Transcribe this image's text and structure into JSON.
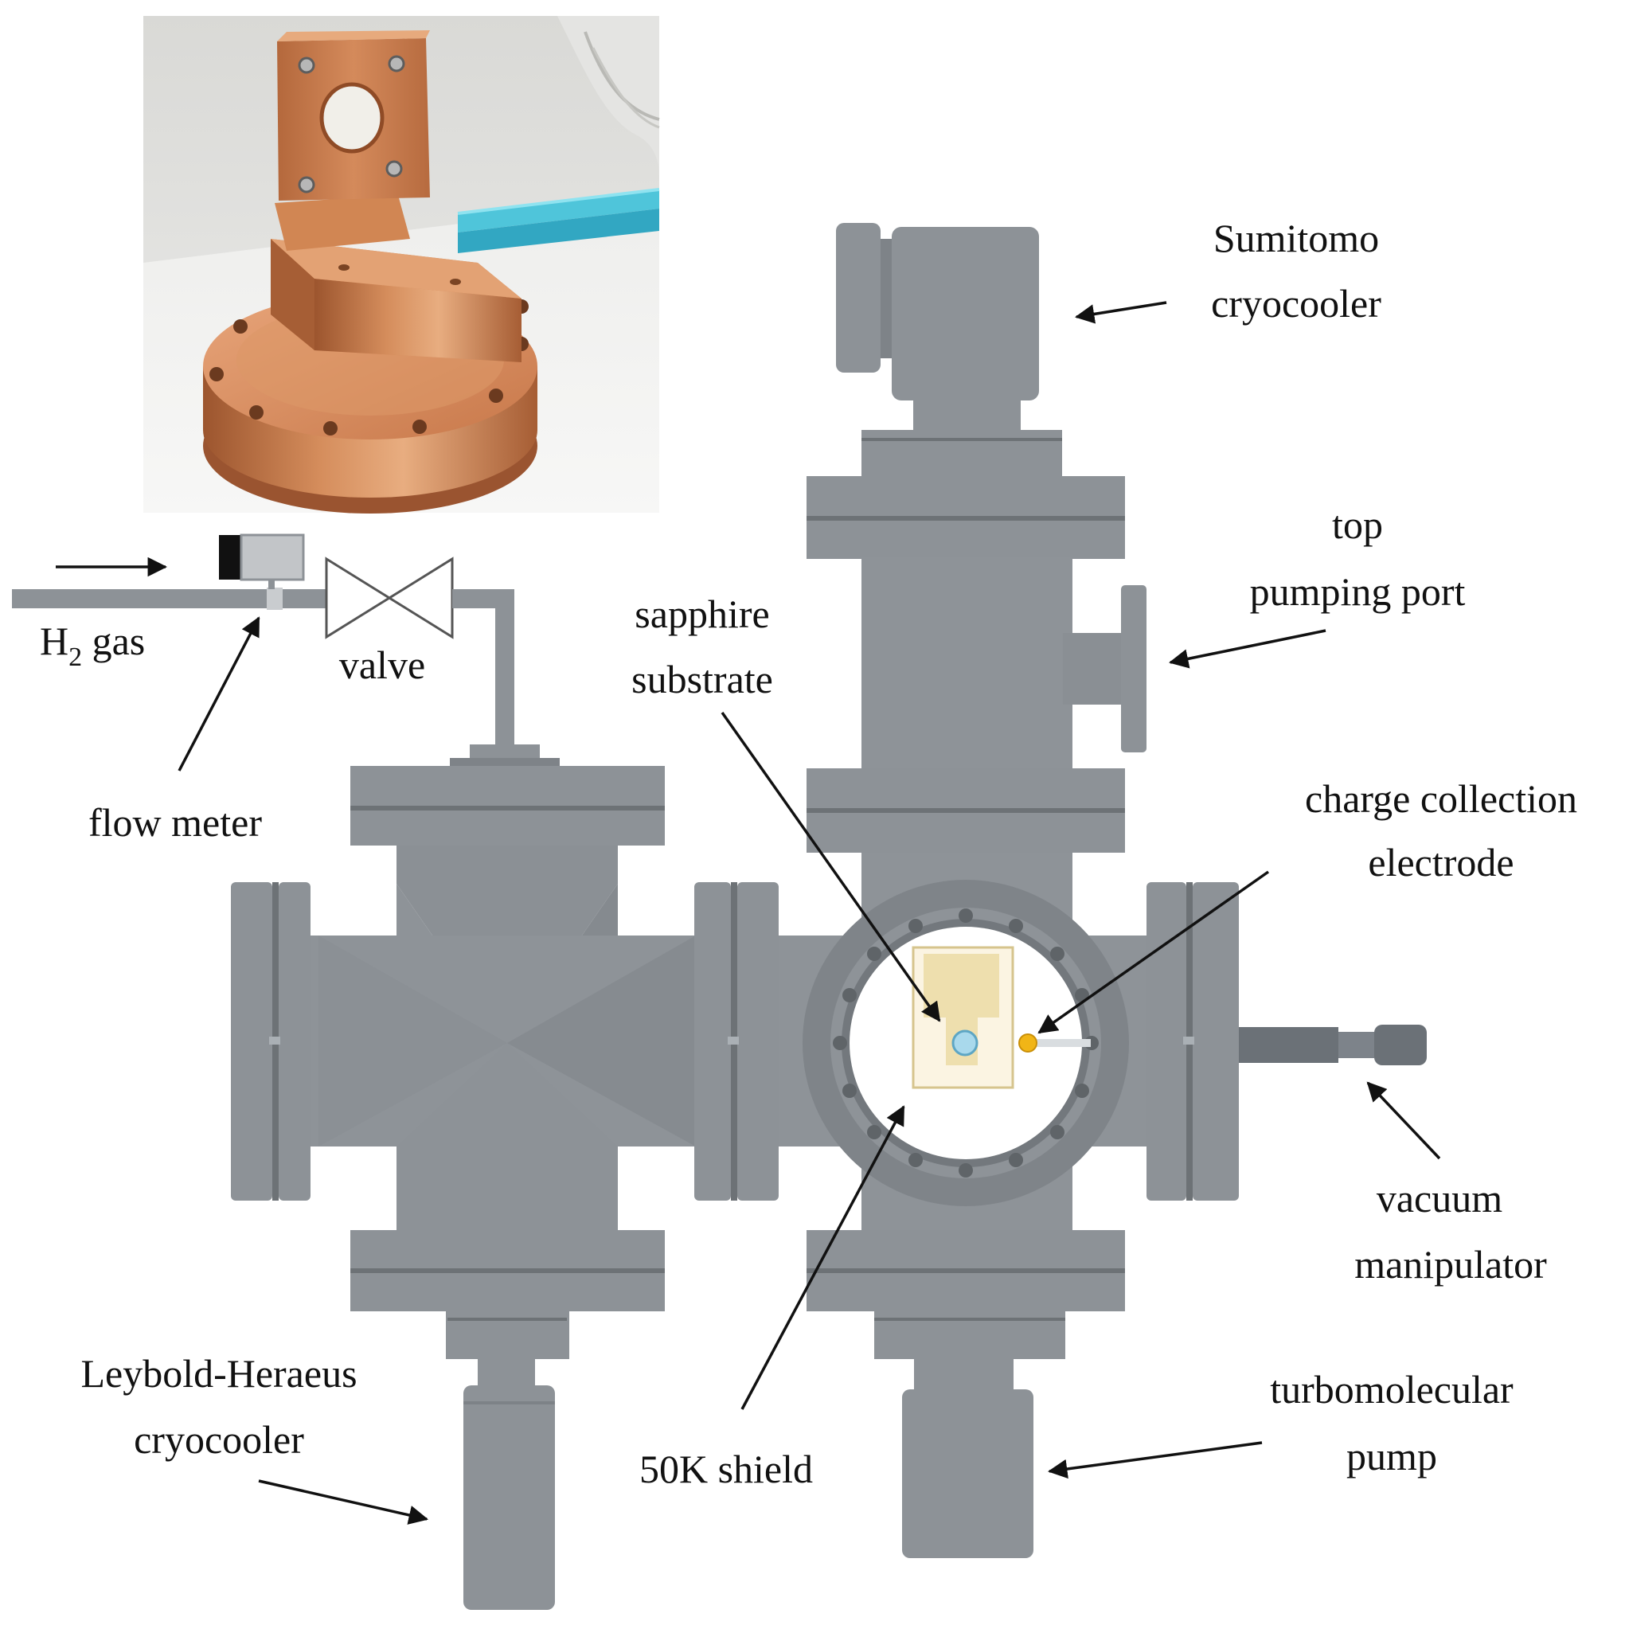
{
  "labels": {
    "sumitomo_line1": "Sumitomo",
    "sumitomo_line2": "cryocooler",
    "top_port_line1": "top",
    "top_port_line2": "pumping  port",
    "sapphire_line1": "sapphire",
    "sapphire_line2": "substrate",
    "charge_line1": "charge  collection",
    "charge_line2": "electrode",
    "h2_main": "H",
    "h2_sub": "2",
    "h2_rest": " gas",
    "valve": "valve",
    "flow_meter": "flow  meter",
    "vacuum_line1": "vacuum",
    "vacuum_line2": "manipulator",
    "leybold_line1": "Leybold-Heraeus",
    "leybold_line2": "cryocooler",
    "shield": "50K shield",
    "turbo_line1": "turbomolecular",
    "turbo_line2": "pump"
  },
  "colors": {
    "steel": "#8d9297",
    "steel_dark": "#777c81",
    "steel_light": "#a3a8ad",
    "copper": "#c47a4c",
    "copper_light": "#e3a77a",
    "holder": "#eedfae",
    "sapphire": "#a9d9ec",
    "electrode": "#f1b516"
  }
}
